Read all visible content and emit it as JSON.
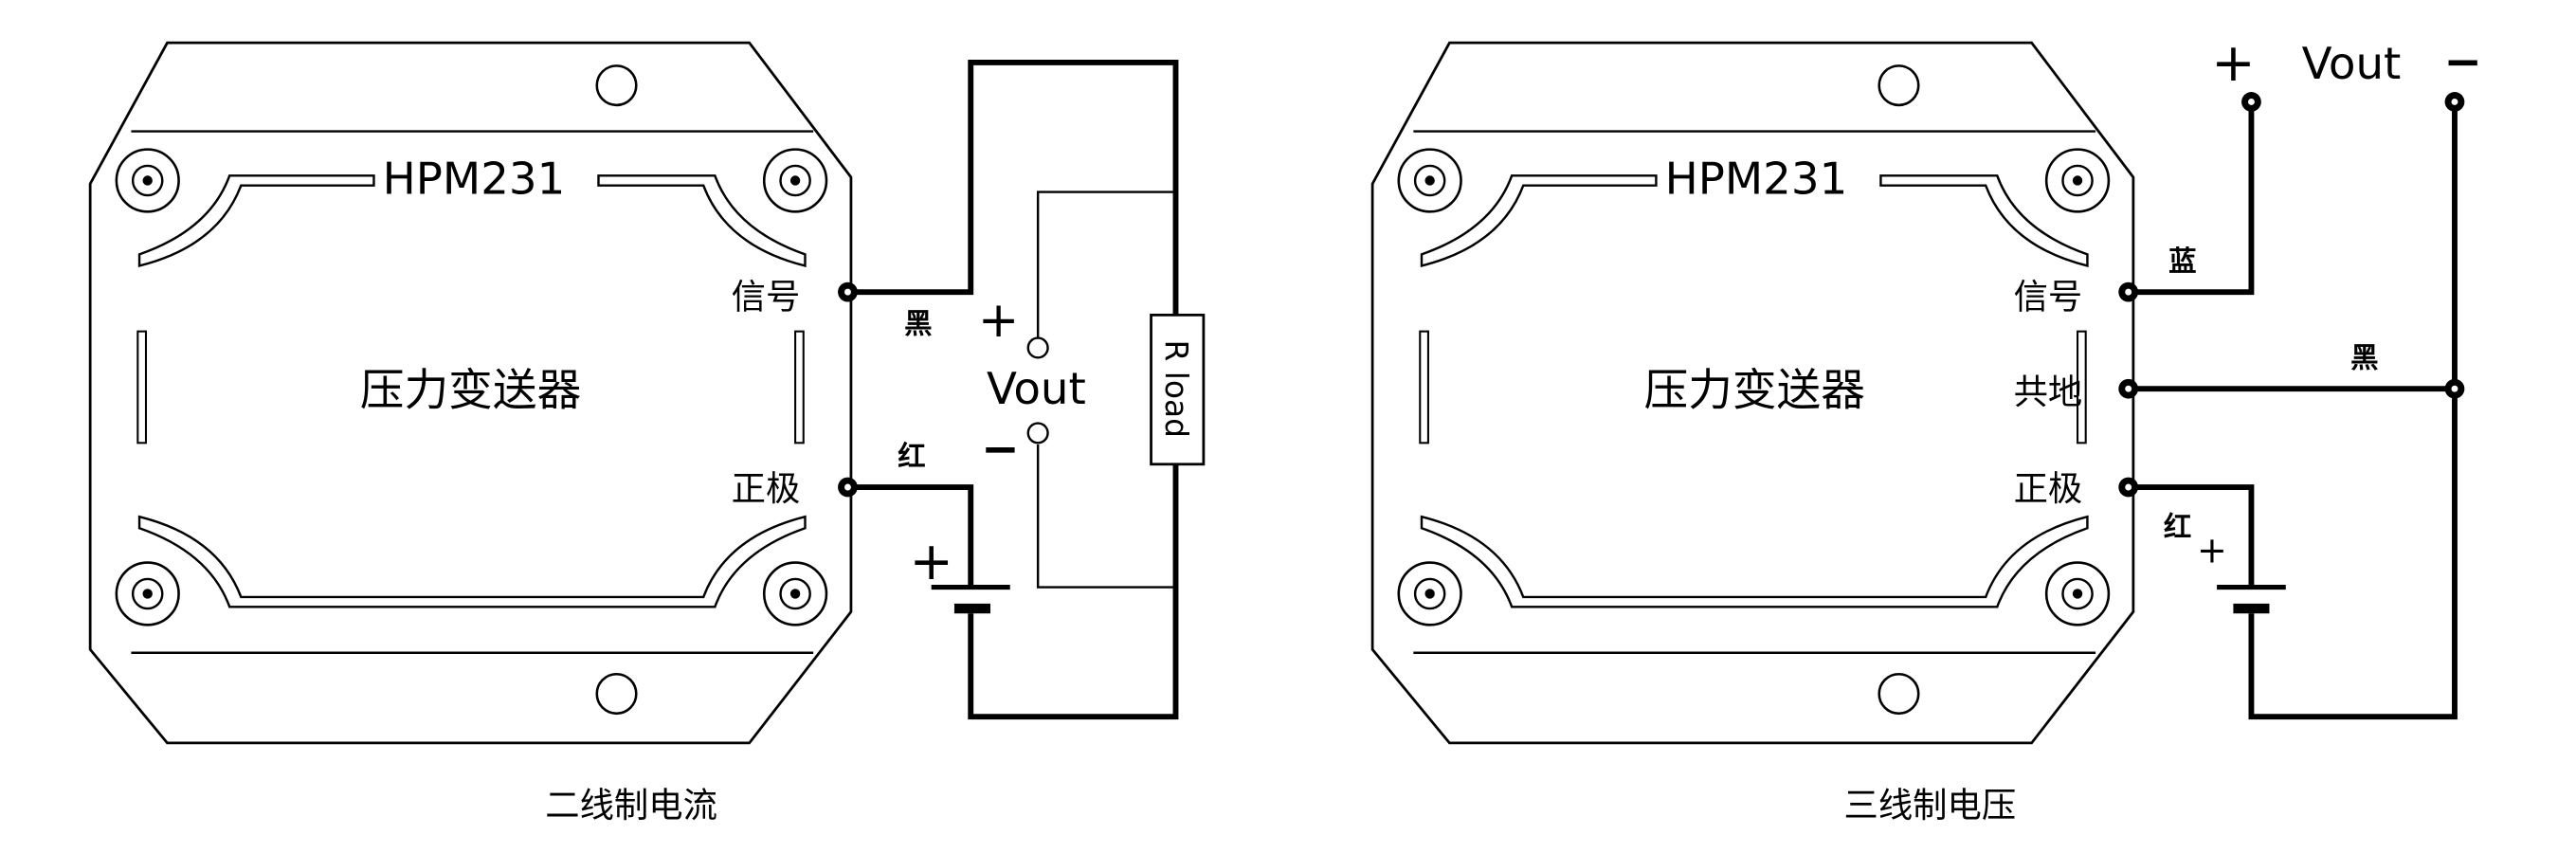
{
  "diagrams": [
    {
      "model": "HPM231",
      "device_name": "压力变送器",
      "terminals": {
        "signal": "信号",
        "positive": "正极"
      },
      "wires": {
        "black": "黑",
        "red": "红"
      },
      "vout_label": "Vout",
      "plus": "+",
      "minus": "−",
      "load_label": "R load",
      "caption": "二线制电流"
    },
    {
      "model": "HPM231",
      "device_name": "压力变送器",
      "terminals": {
        "signal": "信号",
        "ground": "共地",
        "positive": "正极"
      },
      "wires": {
        "blue": "蓝",
        "black": "黑",
        "red": "红"
      },
      "vout_label": "Vout",
      "plus": "+",
      "minus": "−",
      "caption": "三线制电压"
    }
  ]
}
